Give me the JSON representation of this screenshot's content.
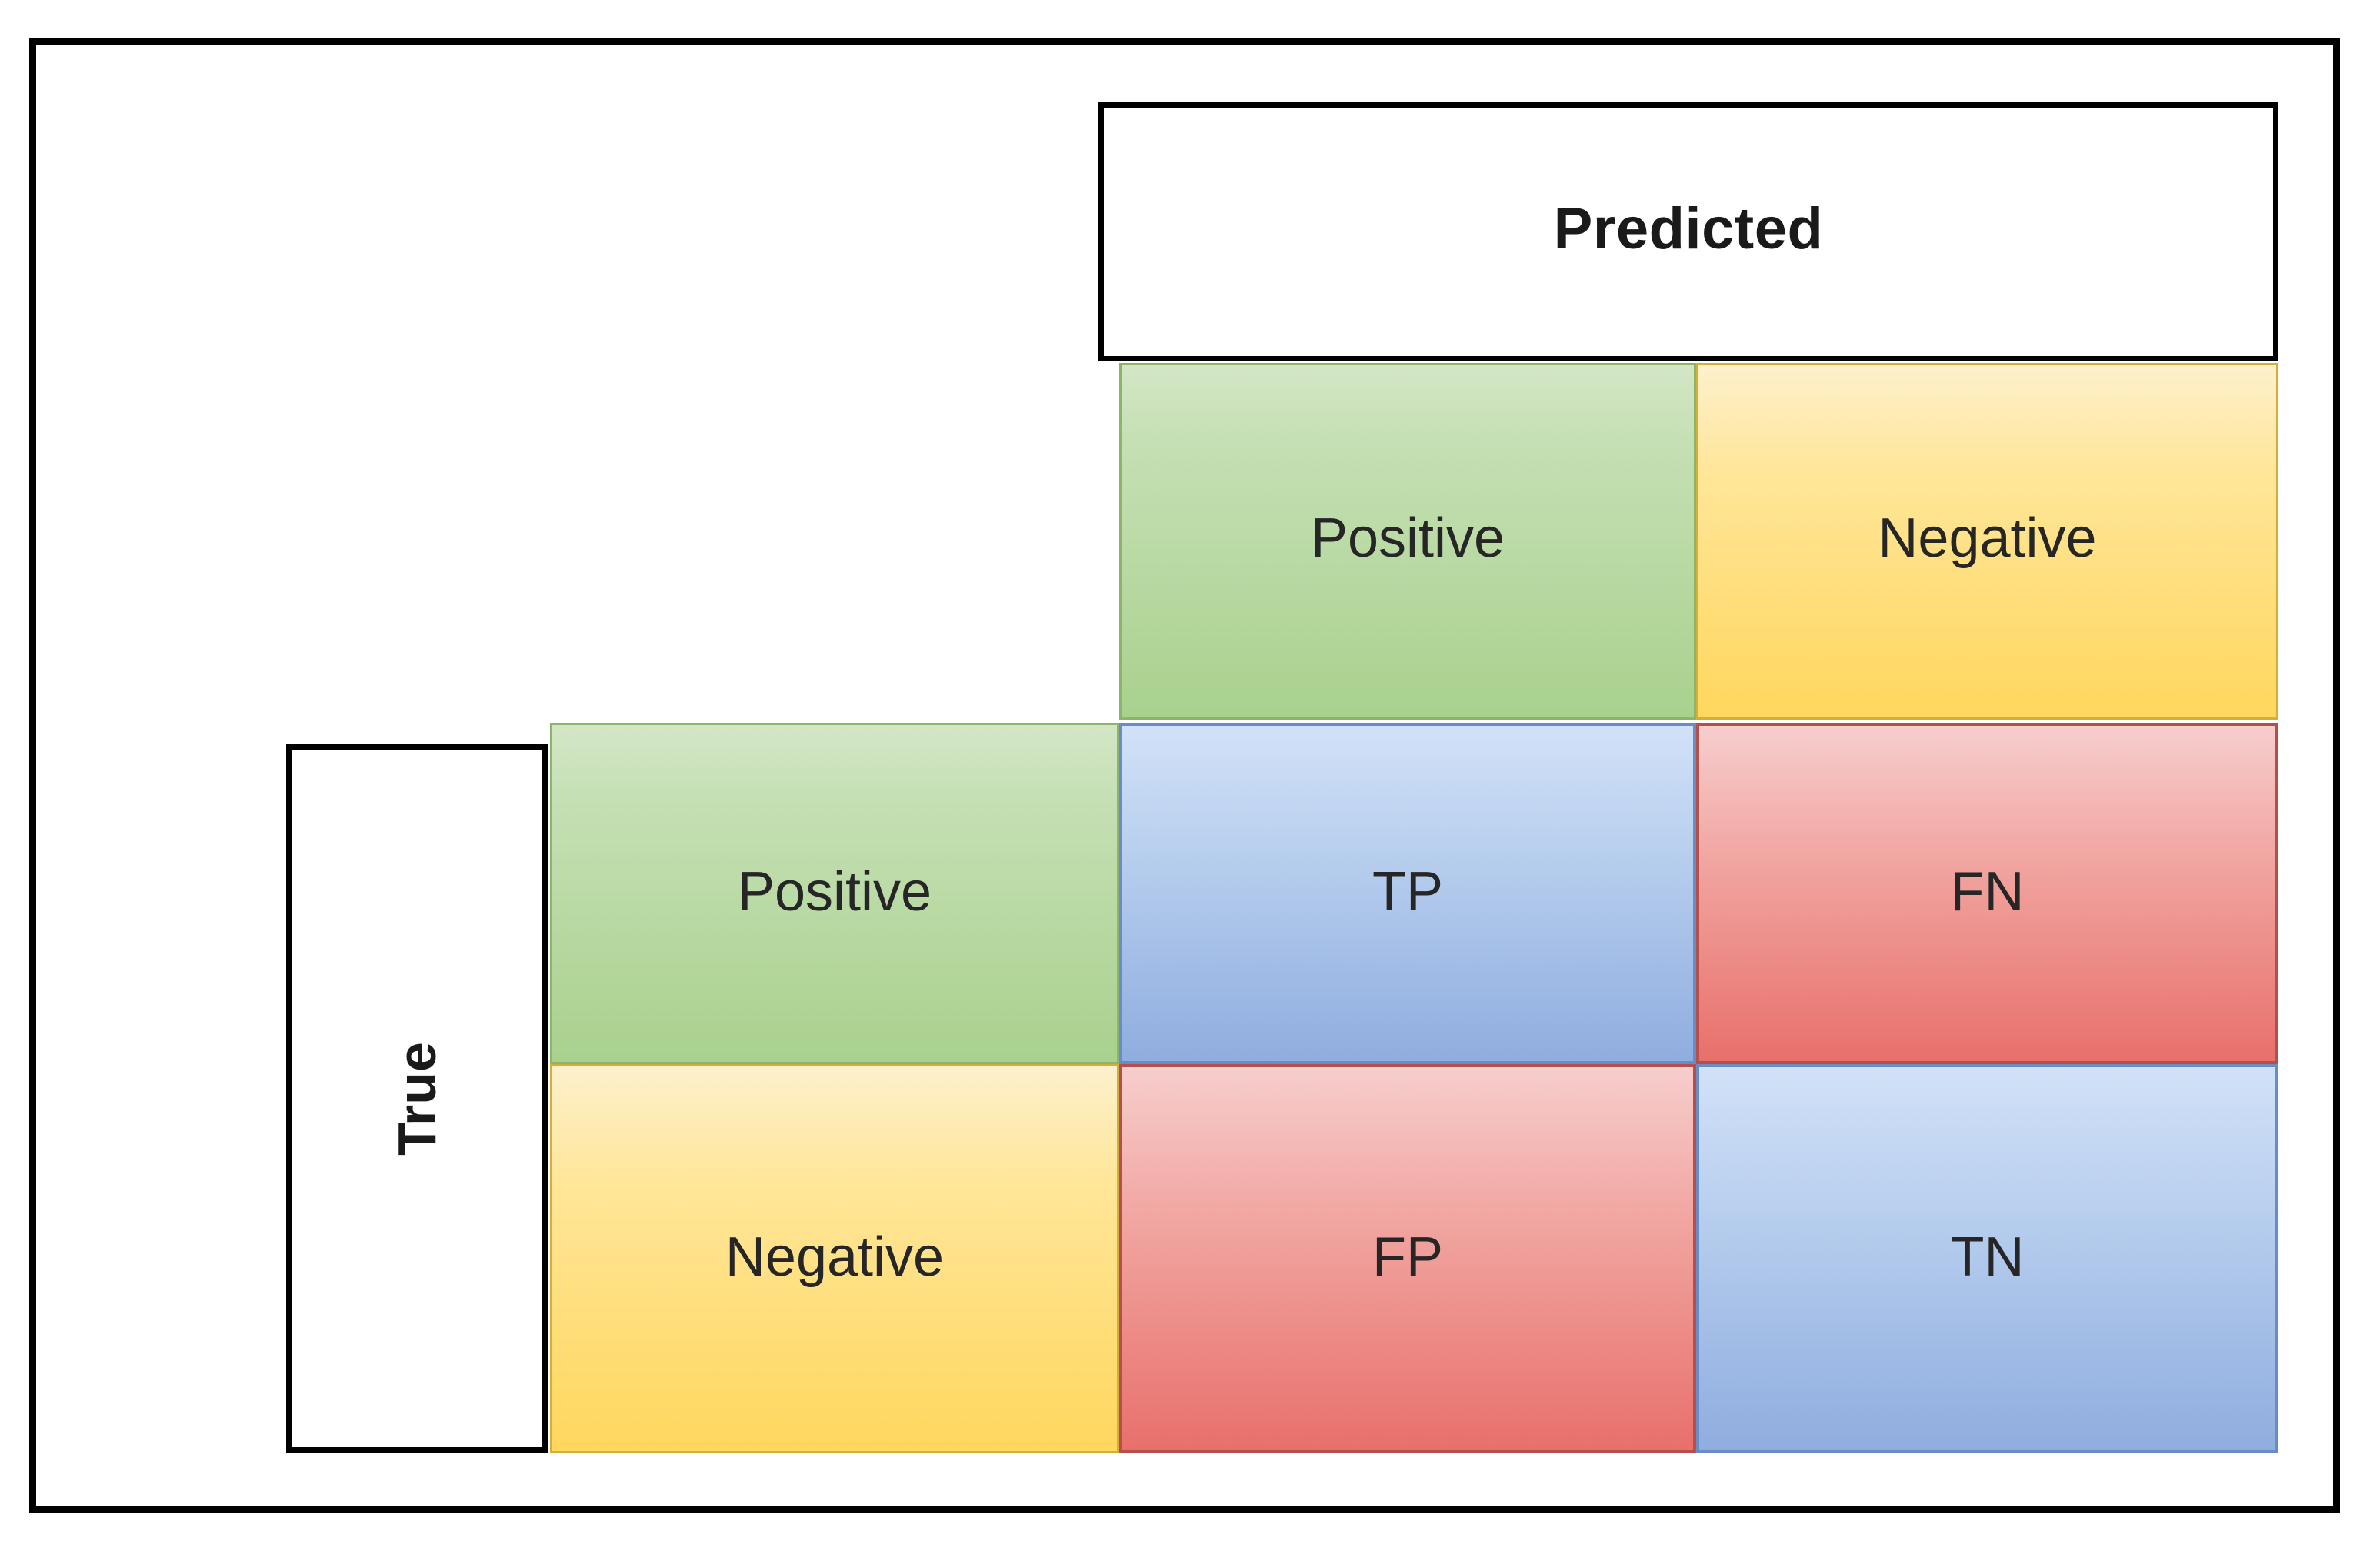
{
  "diagram": {
    "type": "confusion-matrix",
    "column_axis_label": "Predicted",
    "row_axis_label": "True",
    "column_headers": [
      "Positive",
      "Negative"
    ],
    "row_headers": [
      "Positive",
      "Negative"
    ],
    "cells": [
      {
        "row": "Positive",
        "column": "Positive",
        "label": "TP"
      },
      {
        "row": "Positive",
        "column": "Negative",
        "label": "FN"
      },
      {
        "row": "Negative",
        "column": "Positive",
        "label": "FP"
      },
      {
        "row": "Negative",
        "column": "Negative",
        "label": "TN"
      }
    ],
    "colors": {
      "frame": "#000000",
      "positive_fill": "#c5e0b4",
      "positive_fill_dark": "#a9d18e",
      "positive_border": "#8cb46a",
      "negative_fill": "#ffe699",
      "negative_fill_dark": "#ffd75e",
      "negative_border": "#d4af37",
      "correct_fill": "#bdd3f0",
      "correct_fill_dark": "#8faddf",
      "correct_border": "#6a8cc4",
      "error_fill": "#f2aaa6",
      "error_fill_dark": "#e8706b",
      "error_border": "#b4504c",
      "text": "#262626"
    }
  }
}
